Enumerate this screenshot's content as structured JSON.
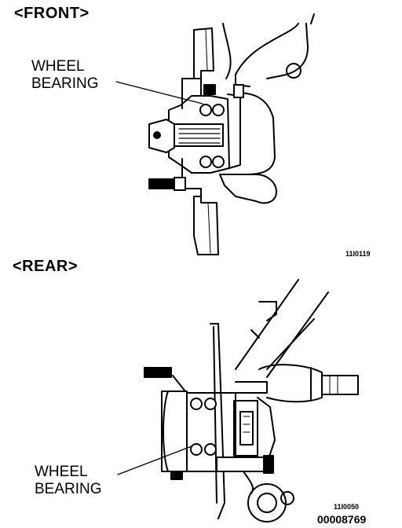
{
  "front": {
    "heading": "<FRONT>",
    "callout": [
      "WHEEL",
      "BEARING"
    ],
    "figure_code": "11I0119"
  },
  "rear": {
    "heading": "<REAR>",
    "callout": [
      "WHEEL",
      "BEARING"
    ],
    "figure_code": "11I0050"
  },
  "document_ref": "00008769"
}
